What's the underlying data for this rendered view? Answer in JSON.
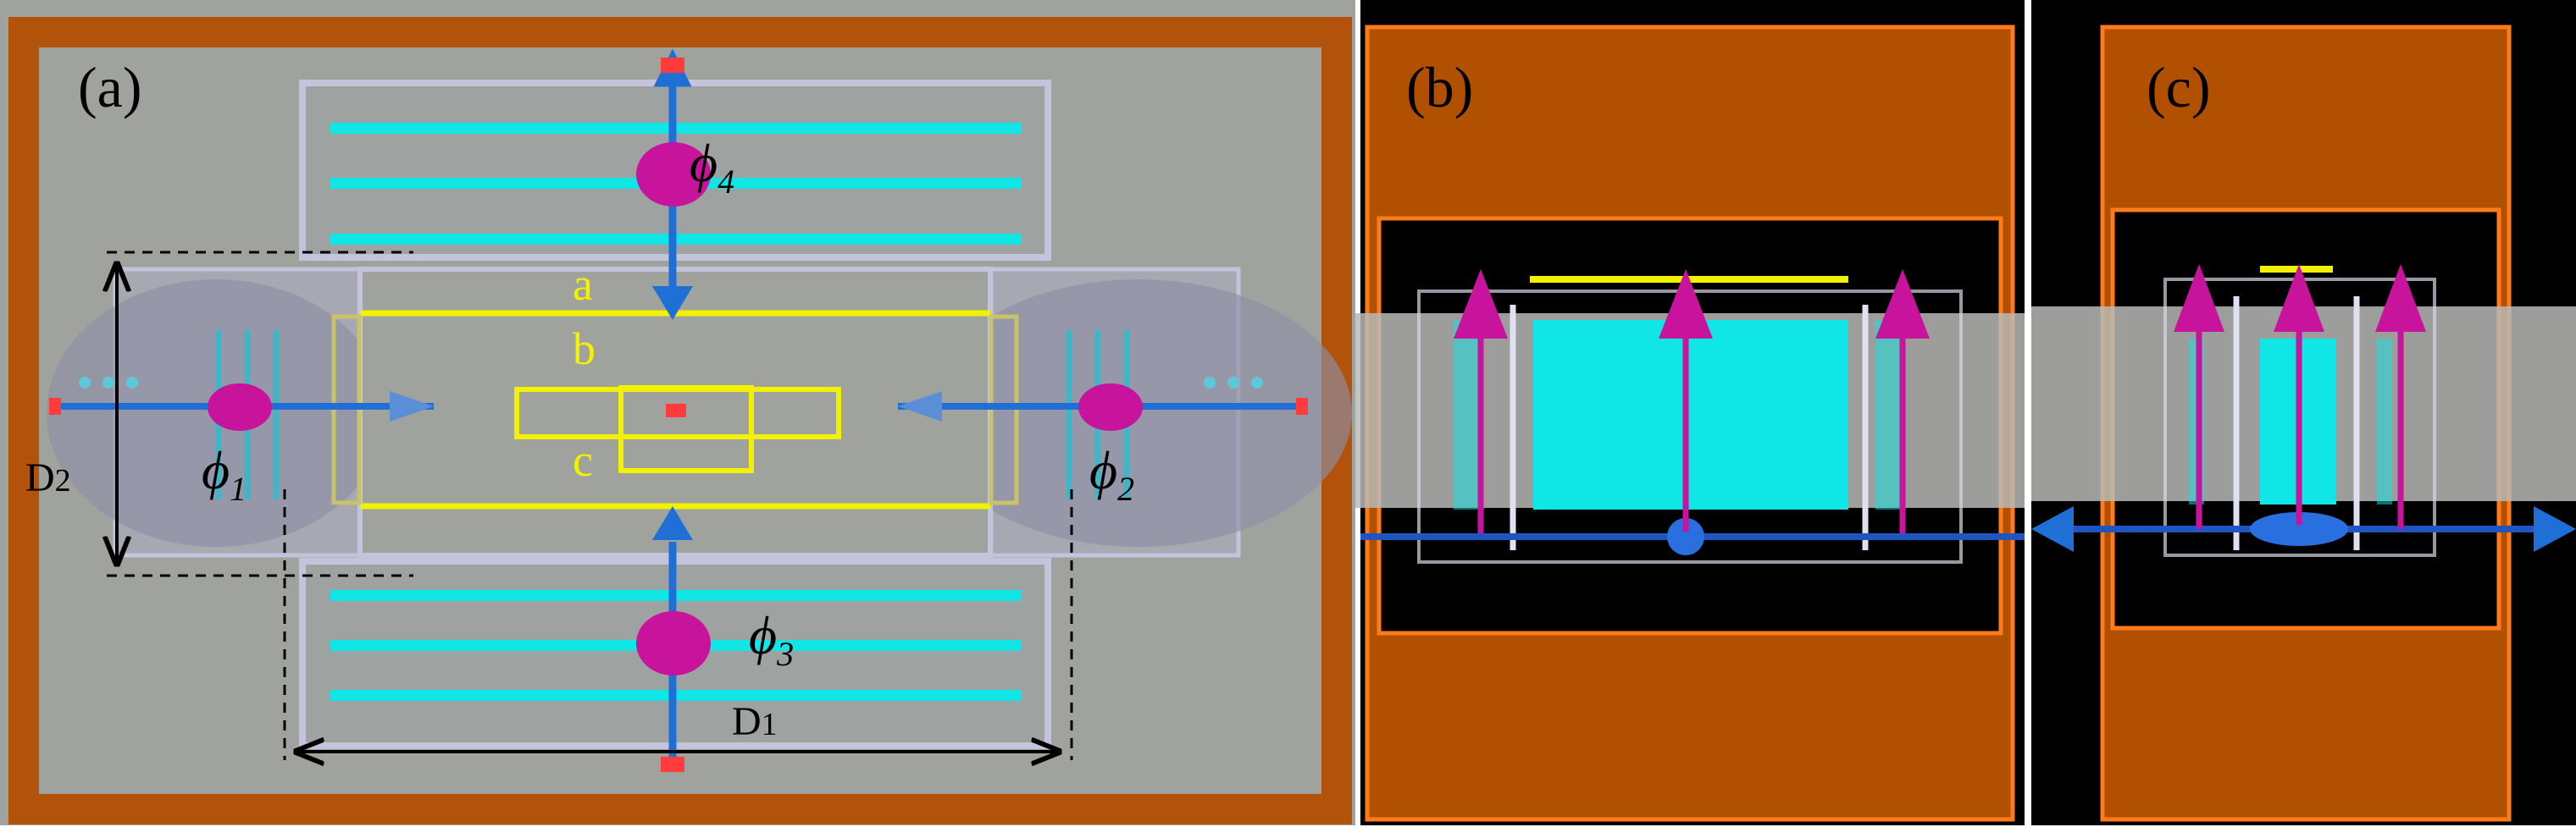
{
  "panels": {
    "a": {
      "label": "(a)"
    },
    "b": {
      "label": "(b)"
    },
    "c": {
      "label": "(c)"
    }
  },
  "ports": [
    {
      "symbol": "ϕ",
      "index": "1"
    },
    {
      "symbol": "ϕ",
      "index": "2"
    },
    {
      "symbol": "ϕ",
      "index": "3"
    },
    {
      "symbol": "ϕ",
      "index": "4"
    }
  ],
  "dimensions": {
    "d1_main": "D",
    "d1_sub": "1",
    "d2_main": "D",
    "d2_sub": "2"
  },
  "region_labels": [
    "a",
    "b",
    "c"
  ],
  "colors": {
    "background_gray": "#a0a39d",
    "frame_brown": "#b3520b",
    "copper_orange": "#b05000",
    "cyan_strip": "#10e6e6",
    "yellow": "#f2f200",
    "magenta": "#c8139d",
    "arrow_blue": "#1f6fd6"
  }
}
